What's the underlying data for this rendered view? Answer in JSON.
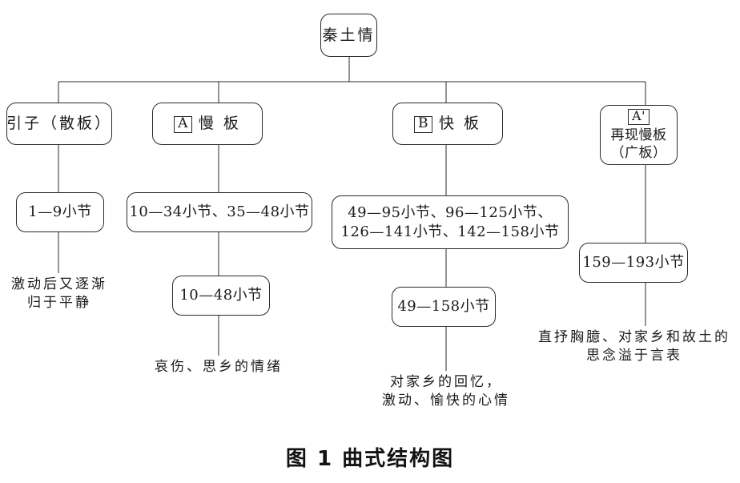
{
  "figure": {
    "caption": "图 1  曲式结构图",
    "line_color": "#2b2b2b",
    "background": "#ffffff",
    "text_color": "#1a1a1a"
  },
  "nodes": {
    "title": {
      "label": "秦土情"
    },
    "sections": [
      {
        "id": "yinzi",
        "chip": "",
        "label": "引子（散板）"
      },
      {
        "id": "a",
        "chip": "A",
        "label": "慢 板"
      },
      {
        "id": "b",
        "chip": "B",
        "label": "快 板"
      },
      {
        "id": "aprime",
        "chip": "A'",
        "label": "再现慢板",
        "label2": "（广板）"
      }
    ],
    "measures": {
      "yinzi": {
        "line1": "1—9小节"
      },
      "a": {
        "line1": "10—34小节、35—48小节"
      },
      "b": {
        "line1": "49—95小节、96—125小节、",
        "line2": "126—141小节、142—158小节"
      },
      "aprime": {
        "line1": "159—193小节"
      },
      "a_total": {
        "line1": "10—48小节"
      },
      "b_total": {
        "line1": "49—158小节"
      }
    },
    "moods": {
      "yinzi": {
        "line1": "激动后又逐渐",
        "line2": "归于平静"
      },
      "a": {
        "line1": "哀伤、思乡的情绪"
      },
      "b": {
        "line1": "对家乡的回忆，",
        "line2": "激动、愉快的心情"
      },
      "aprime": {
        "line1": "直抒胸臆、对家乡和故土的",
        "line2": "思念溢于言表"
      }
    }
  }
}
